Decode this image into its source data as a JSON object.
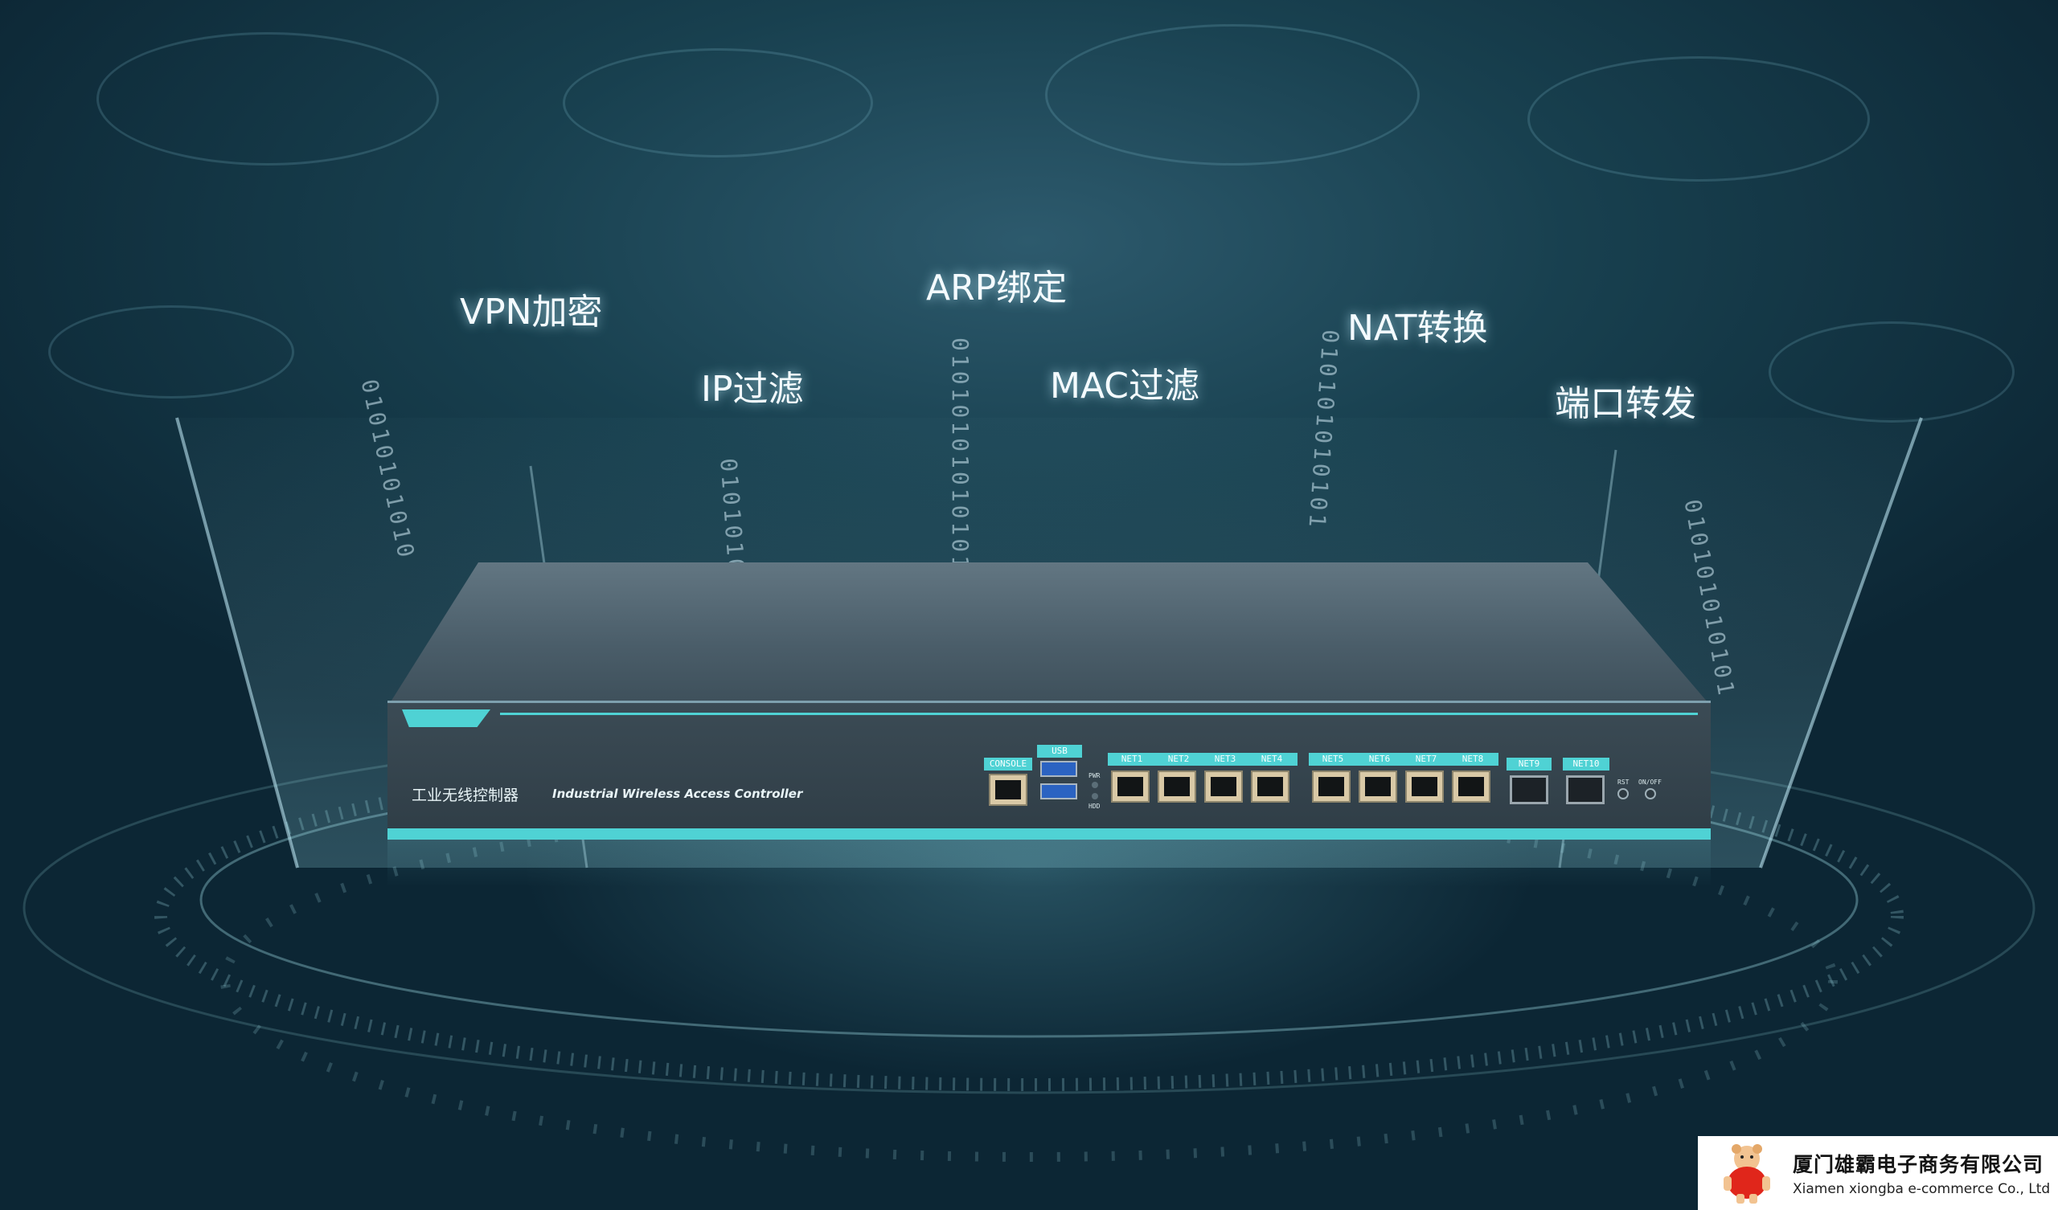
{
  "features": {
    "vpn": "VPN加密",
    "ip": "IP过滤",
    "arp": "ARP绑定",
    "mac": "MAC过滤",
    "nat": "NAT转换",
    "port": "端口转发"
  },
  "binary": {
    "b1": "01010101010",
    "b2": "010101010101",
    "b3": "01010101010101",
    "b4": "010101010101",
    "b5": "010101010101"
  },
  "device": {
    "name_cn": "工业无线控制器",
    "name_en": "Industrial Wireless Access Controller",
    "console": "CONSOLE",
    "usb": "USB",
    "pwr": "PWR",
    "hdd": "HDD",
    "rst": "RST",
    "onoff": "ON/OFF",
    "ports": [
      "NET1",
      "NET2",
      "NET3",
      "NET4",
      "NET5",
      "NET6",
      "NET7",
      "NET8"
    ],
    "sfp": [
      "NET9",
      "NET10"
    ]
  },
  "logo": {
    "company_cn": "厦门雄霸电子商务有限公司",
    "company_en": "Xiamen xiongba e-commerce Co., Ltd",
    "brand_color": "#e0261b"
  }
}
